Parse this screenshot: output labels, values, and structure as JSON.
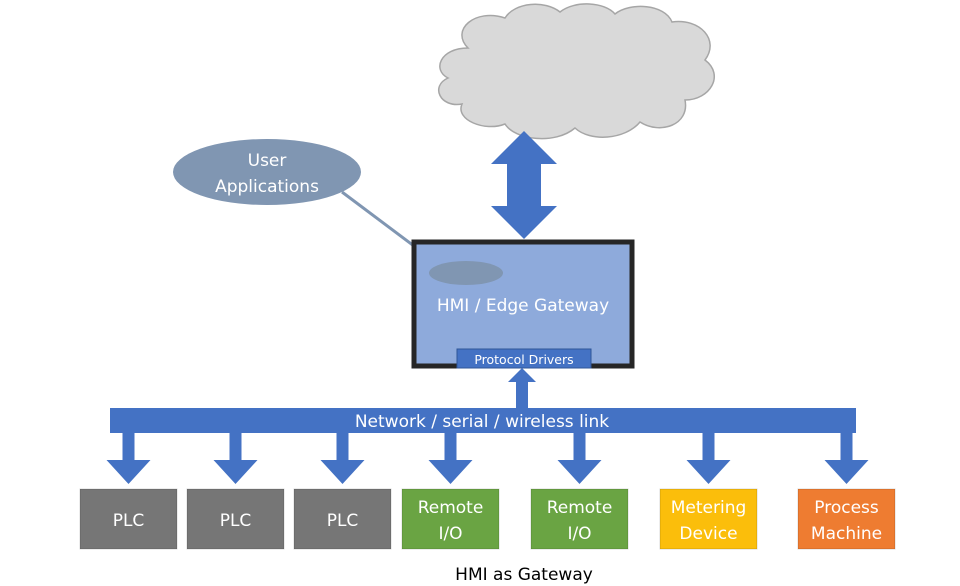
{
  "diagram": {
    "caption": "HMI as Gateway",
    "cloud": {
      "label": "",
      "color": "#d9d9d9",
      "stroke": "#a6a6a6"
    },
    "user_apps": {
      "line1": "User",
      "line2": "Applications",
      "color": "#8096b2"
    },
    "gateway": {
      "title": "HMI / Edge Gateway",
      "fill": "#8eaadb",
      "border": "#262626",
      "drivers_label": "Protocol Drivers",
      "drivers_fill": "#4472c4"
    },
    "bus": {
      "label": "Network / serial / wireless link",
      "color": "#4472c4"
    },
    "devices": [
      {
        "line1": "PLC",
        "line2": "",
        "color": "#767676"
      },
      {
        "line1": "PLC",
        "line2": "",
        "color": "#767676"
      },
      {
        "line1": "PLC",
        "line2": "",
        "color": "#767676"
      },
      {
        "line1": "Remote",
        "line2": "I/O",
        "color": "#6aa443"
      },
      {
        "line1": "Remote",
        "line2": "I/O",
        "color": "#6aa443"
      },
      {
        "line1": "Metering",
        "line2": "Device",
        "color": "#fbbe0b"
      },
      {
        "line1": "Process",
        "line2": "Machine",
        "color": "#ee7c31"
      }
    ]
  }
}
